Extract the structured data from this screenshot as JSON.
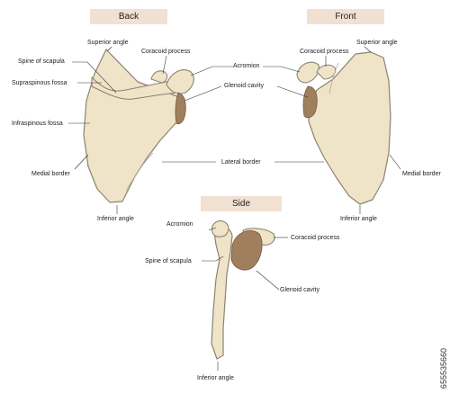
{
  "views": {
    "back": "Back",
    "front": "Front",
    "side": "Side"
  },
  "labels": {
    "back_superior_angle": "Superior angle",
    "back_coracoid_process": "Coracoid process",
    "spine_of_scapula": "Spine of scapula",
    "supraspinous_fossa": "Supraspinous fossa",
    "infraspinous_fossa": "Infraspinous fossa",
    "back_medial_border": "Medial border",
    "back_inferior_angle": "Inferior angle",
    "acromion": "Acromion",
    "glenoid_cavity": "Glenoid cavity",
    "lateral_border": "Lateral border",
    "front_coracoid_process": "Coracoid process",
    "front_superior_angle": "Superior angle",
    "front_medial_border": "Medial border",
    "front_inferior_angle": "Inferior angle",
    "side_acromion": "Acromion",
    "side_coracoid_process": "Coracoid process",
    "side_spine_of_scapula": "Spine of scapula",
    "side_glenoid_cavity": "Glenoid cavity",
    "side_inferior_angle": "Inferior angle"
  },
  "watermark": "655535660",
  "colors": {
    "bone": "#efe3c8",
    "bone_outline": "#8c8371",
    "cavity": "#9f7f5d",
    "tag_bg": "#f1e1d3",
    "leader": "#333333"
  }
}
